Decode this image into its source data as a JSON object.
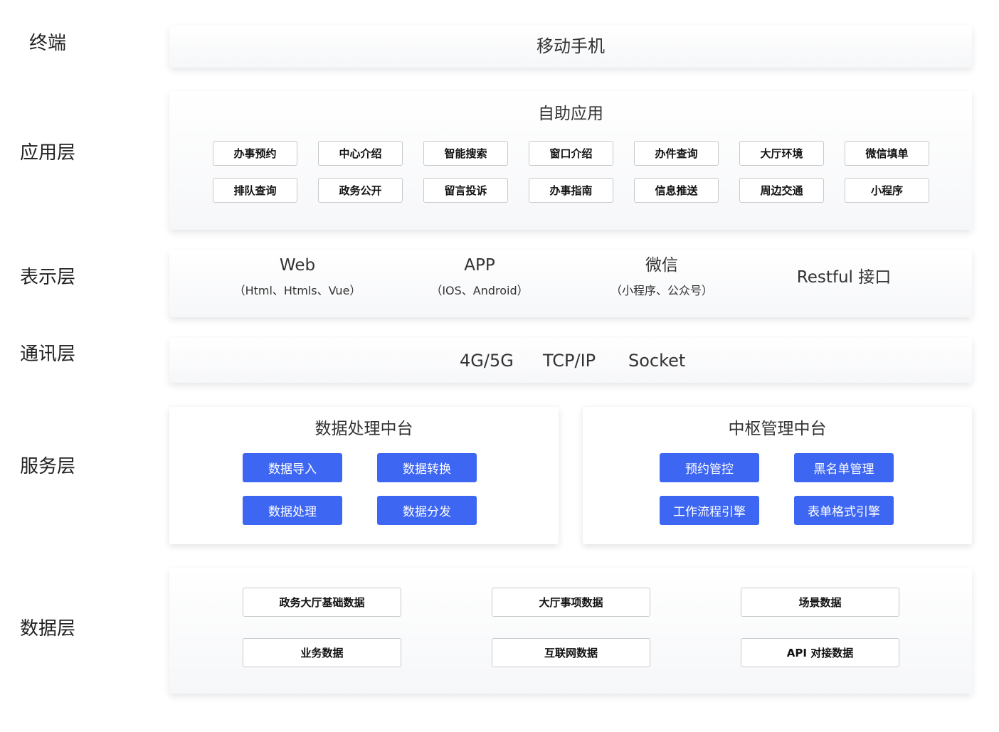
{
  "layers": {
    "terminal": "终端",
    "application": "应用层",
    "presentation": "表示层",
    "communication": "通讯层",
    "service": "服务层",
    "data": "数据层"
  },
  "terminal": {
    "title": "移动手机"
  },
  "application": {
    "title": "自助应用",
    "row1": [
      "办事预约",
      "中心介绍",
      "智能搜索",
      "窗口介绍",
      "办件查询",
      "大厅环境",
      "微信填单"
    ],
    "row2": [
      "排队查询",
      "政务公开",
      "留言投诉",
      "办事指南",
      "信息推送",
      "周边交通",
      "小程序"
    ]
  },
  "presentation": {
    "web": {
      "main": "Web",
      "sub": "（Html、Htmls、Vue）"
    },
    "app": {
      "main": "APP",
      "sub": "（IOS、Android）"
    },
    "wechat": {
      "main": "微信",
      "sub": "（小程序、公众号）"
    },
    "restful": "Restful 接口"
  },
  "communication": {
    "items": [
      "4G/5G",
      "TCP/IP",
      "Socket"
    ]
  },
  "service": {
    "left": {
      "title": "数据处理中台",
      "buttons": [
        "数据导入",
        "数据转换",
        "数据处理",
        "数据分发"
      ]
    },
    "right": {
      "title": "中枢管理中台",
      "buttons": [
        "预约管控",
        "黑名单管理",
        "工作流程引擎",
        "表单格式引擎"
      ]
    }
  },
  "data": {
    "row1": [
      "政务大厅基础数据",
      "大厅事项数据",
      "场景数据"
    ],
    "row2": [
      "业务数据",
      "互联网数据",
      "API 对接数据"
    ]
  },
  "colors": {
    "primary_button": "#3d66f2"
  }
}
